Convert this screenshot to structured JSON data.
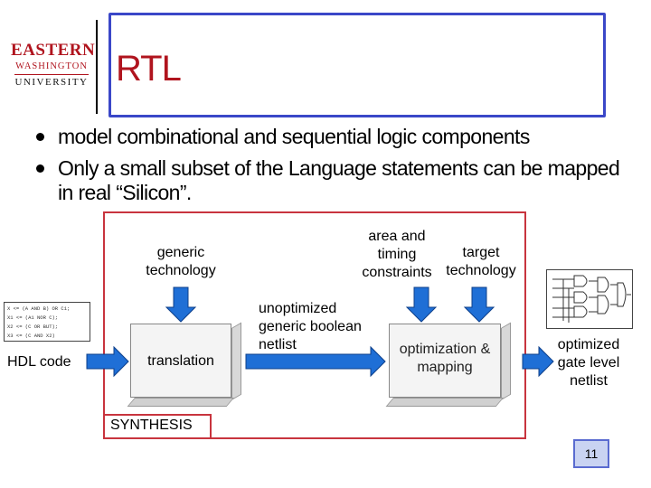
{
  "logo": {
    "line1": "EASTERN",
    "line2": "WASHINGTON",
    "line3": "UNIVERSITY"
  },
  "slide": {
    "title": "RTL",
    "bullets": [
      "model combinational and sequential logic components",
      "Only a small subset of the Language statements can be mapped in real “Silicon”."
    ],
    "page_number": "11"
  },
  "diagram": {
    "generic_technology": "generic technology",
    "area_timing": "area and timing constraints",
    "target_technology": "target technology",
    "unoptimized_netlist": "unoptimized generic boolean netlist",
    "hdl_code": "HDL code",
    "translation": "translation",
    "optimization": "optimization & mapping",
    "optimized_netlist": "optimized gate level netlist",
    "synthesis": "SYNTHESIS",
    "code_lines": [
      "X <= (A AND B) OR C1;",
      "X1 <= (A1 NOR C);",
      "X2 <= (C OR BUT);",
      "X3 <= (C AND X2)"
    ]
  },
  "colors": {
    "title_red": "#b0141e",
    "frame_blue": "#3a47c8",
    "arrow_blue": "#1f6fd6",
    "synthesis_frame": "#c8343e"
  }
}
